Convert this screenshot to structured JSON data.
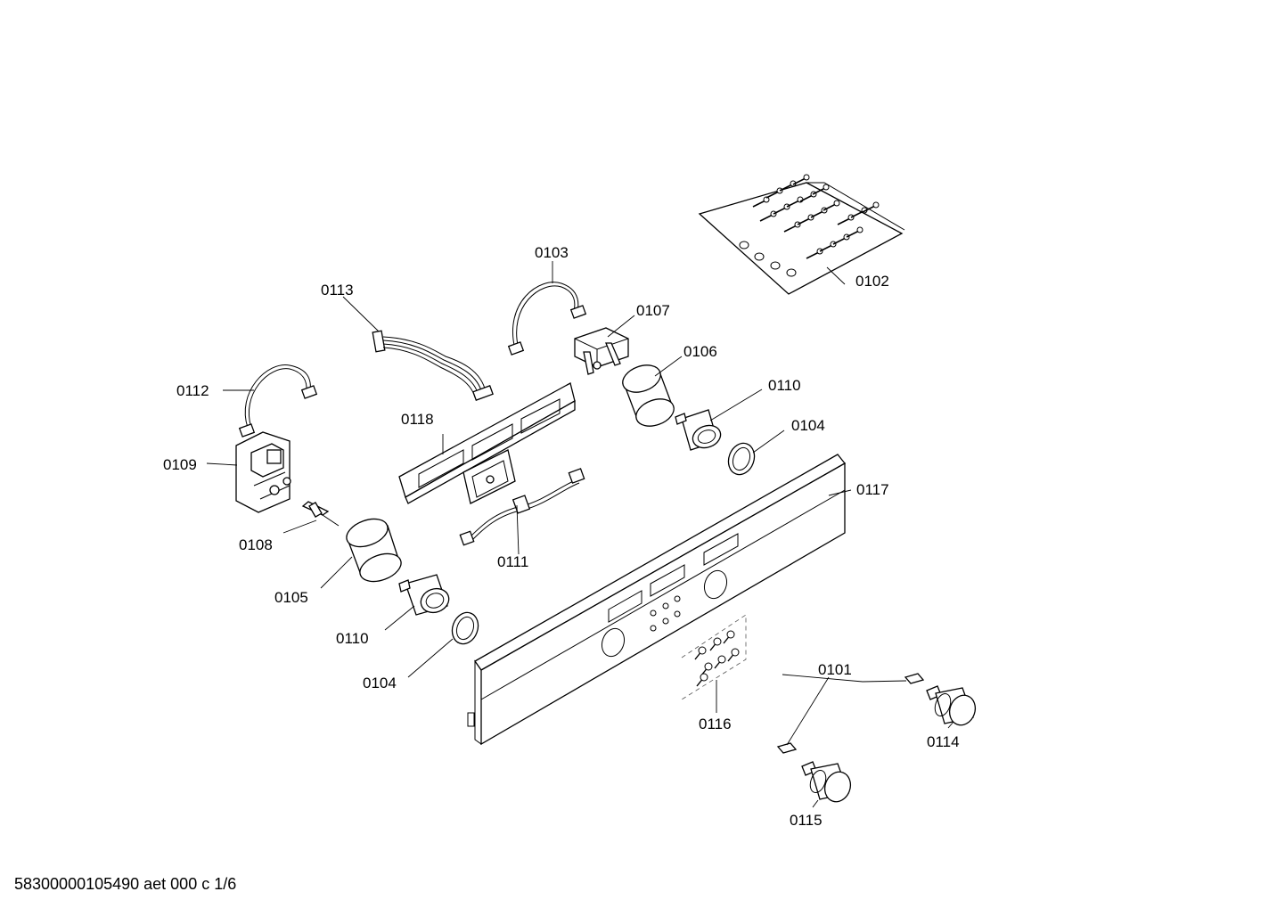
{
  "footer": {
    "document_code": "58300000105490 aet 000 c 1/6"
  },
  "parts": [
    {
      "id": "p0101",
      "label": "0101"
    },
    {
      "id": "p0102",
      "label": "0102"
    },
    {
      "id": "p0103",
      "label": "0103"
    },
    {
      "id": "p0104a",
      "label": "0104"
    },
    {
      "id": "p0104b",
      "label": "0104"
    },
    {
      "id": "p0105",
      "label": "0105"
    },
    {
      "id": "p0106",
      "label": "0106"
    },
    {
      "id": "p0107",
      "label": "0107"
    },
    {
      "id": "p0108",
      "label": "0108"
    },
    {
      "id": "p0109",
      "label": "0109"
    },
    {
      "id": "p0110a",
      "label": "0110"
    },
    {
      "id": "p0110b",
      "label": "0110"
    },
    {
      "id": "p0111",
      "label": "0111"
    },
    {
      "id": "p0112",
      "label": "0112"
    },
    {
      "id": "p0113",
      "label": "0113"
    },
    {
      "id": "p0114",
      "label": "0114"
    },
    {
      "id": "p0115",
      "label": "0115"
    },
    {
      "id": "p0116",
      "label": "0116"
    },
    {
      "id": "p0117",
      "label": "0117"
    },
    {
      "id": "p0118",
      "label": "0118"
    }
  ]
}
